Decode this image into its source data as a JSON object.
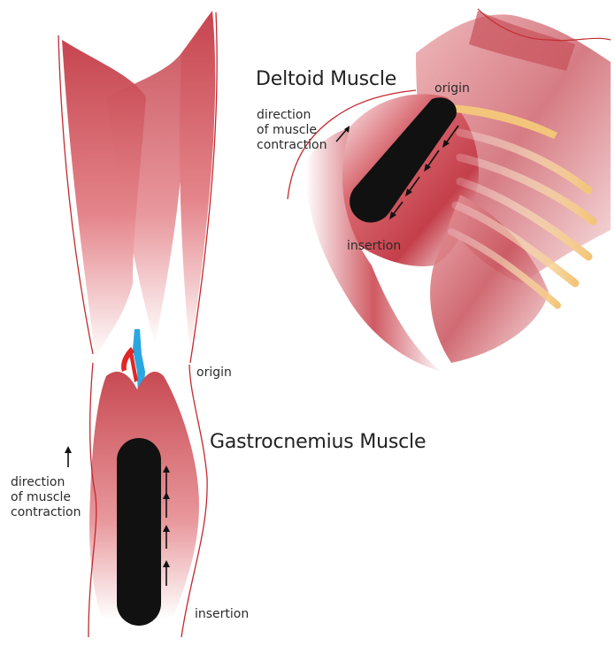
{
  "deltoid": {
    "title": "Deltoid Muscle",
    "origin": "origin",
    "insertion": "insertion",
    "direction_lines": [
      "direction",
      "of muscle",
      "contraction"
    ]
  },
  "gastrocnemius": {
    "title": "Gastrocnemius Muscle",
    "origin": "origin",
    "insertion": "insertion",
    "direction_lines": [
      "direction",
      "of muscle",
      "contraction"
    ]
  },
  "colors": {
    "muscle_dark": "#c6454f",
    "muscle_mid": "#e4858b",
    "muscle_light": "#ffffff",
    "outline": "#c22a2e",
    "bone": "#f3c57a",
    "tendon_body": "#111111",
    "vein": "#2aa6e0",
    "artery": "#e02727",
    "arrow": "#111111"
  }
}
